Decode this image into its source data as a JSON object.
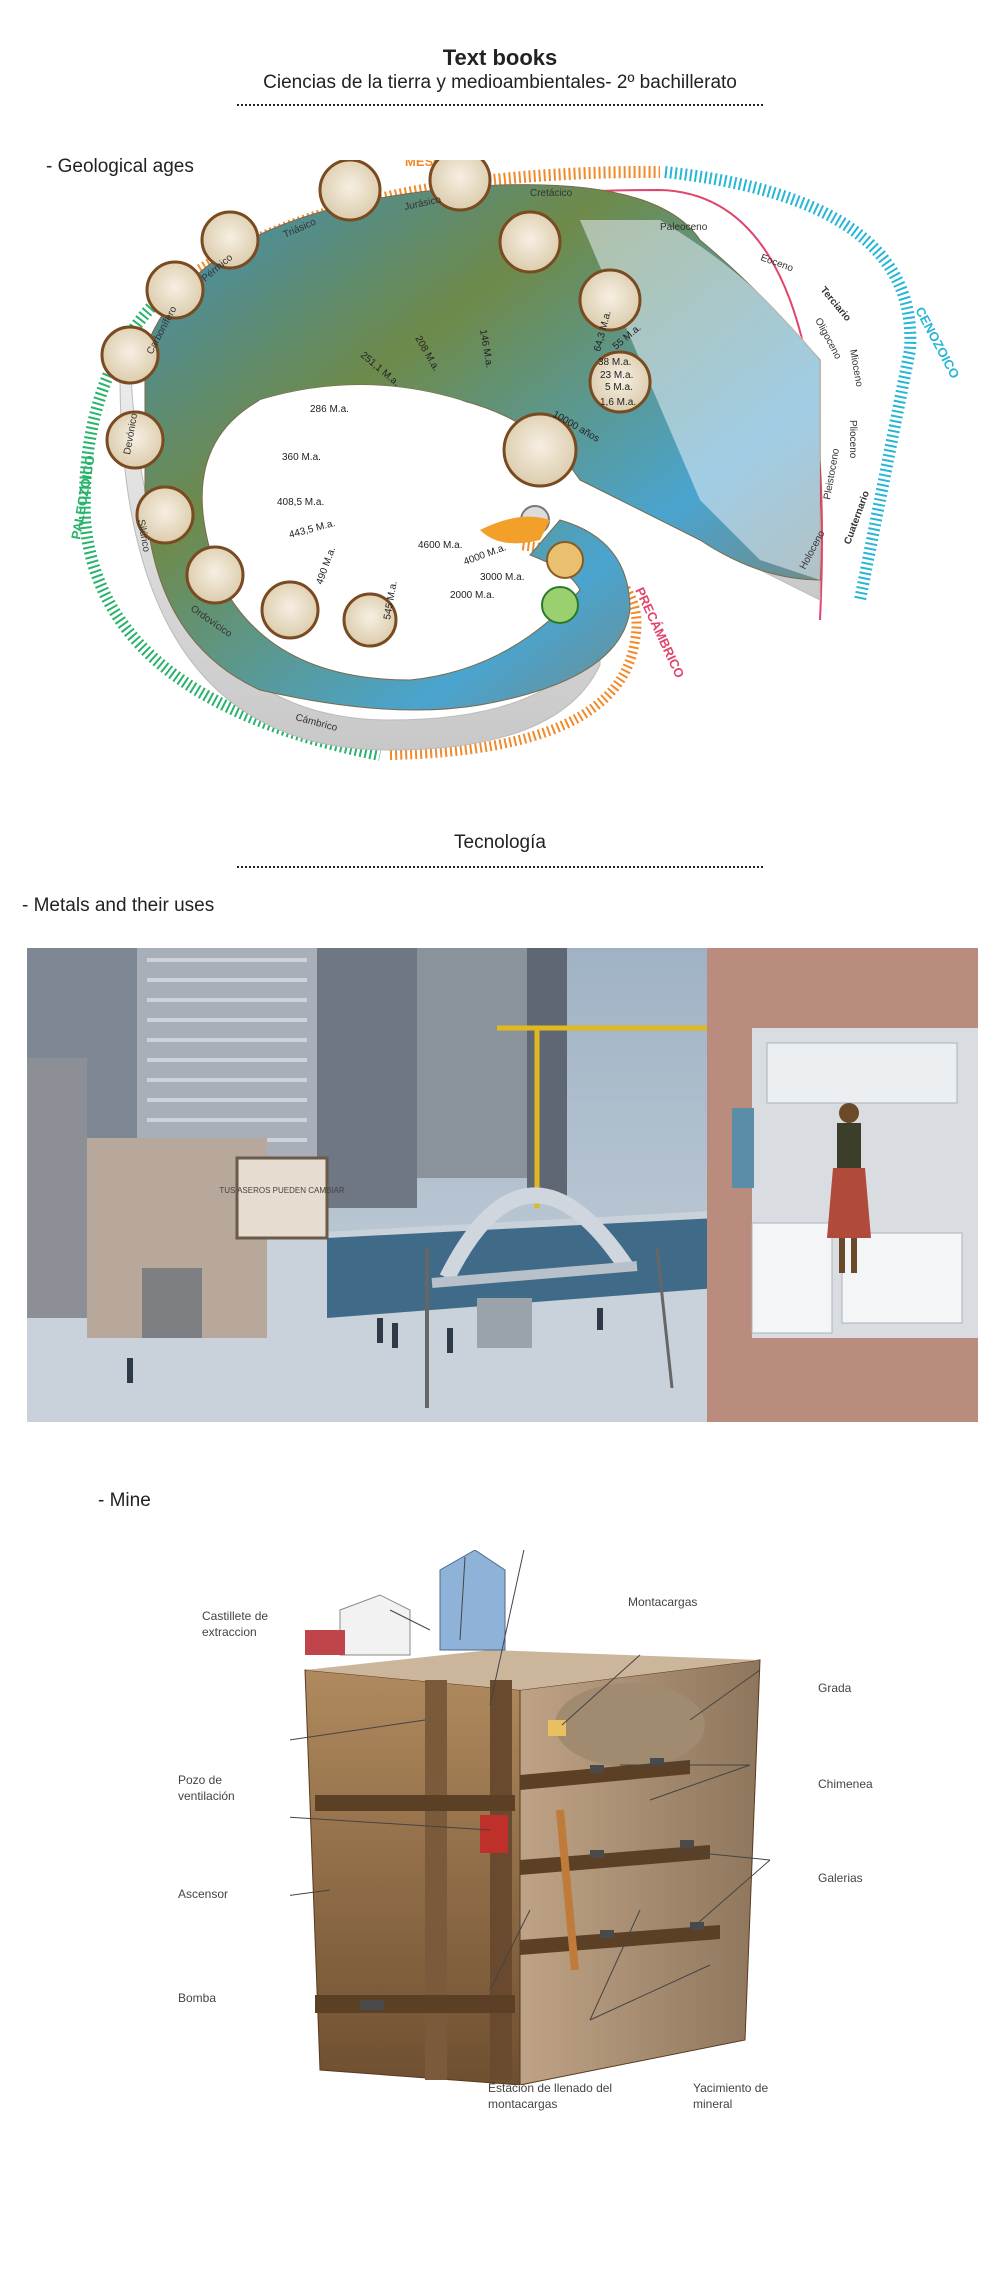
{
  "header": {
    "title": "Text books",
    "subtitle": "Ciencias de la tierra y medioambientales- 2º bachillerato"
  },
  "geo": {
    "section_label": "- Geological ages",
    "eras": {
      "mesozoico": "MESOZOICO",
      "cenozoico": "CENOZOICO",
      "paleozoico": "PALEOZOICO",
      "precambrico": "PRECÁMBRICO"
    },
    "periods": {
      "cretacico": "Cretácico",
      "jurasico": "Jurásico",
      "triasico": "Triásico",
      "permico": "Pérmico",
      "carbonifero": "Carbonífero",
      "devonico": "Devónico",
      "silurico": "Silúrico",
      "ordovicico": "Ordovícico",
      "cambrico": "Cámbrico",
      "paleoceno": "Paleoceno",
      "eoceno": "Eoceno",
      "oligoceno": "Oligoceno",
      "terciario": "Terciario",
      "mioceno": "Mioceno",
      "plioceno": "Plioceno",
      "pleistoceno": "Pleistoceno",
      "holoceno": "Holoceno",
      "cuaternario": "Cuaternario"
    },
    "ages": {
      "a146": "146 M.a.",
      "a208": "208 M.a.",
      "a251": "251,1 M.a.",
      "a286": "286 M.a.",
      "a360": "360 M.a.",
      "a408": "408,5 M.a.",
      "a443": "443,5 M.a.",
      "a490": "490 M.a.",
      "a545": "545 M.a.",
      "a643": "64,3 M.a.",
      "a55": "55 M.a.",
      "a38": "38 M.a.",
      "a23": "23 M.a.",
      "a5": "5 M.a.",
      "a16": "1,6 M.a.",
      "a10000": "10000 años",
      "a4600": "4600 M.a.",
      "a4000": "4000 M.a.",
      "a3000": "3000 M.a.",
      "a2000": "2000 M.a."
    }
  },
  "tech": {
    "heading": "Tecnología",
    "metals_label": "- Metals and their uses",
    "billboard": "TUS ASEROS PUEDEN CAMBIAR"
  },
  "mine": {
    "label": "- Mine",
    "labels": {
      "castillete": "Castillete de extraccion",
      "montacargas": "Montacargas",
      "grada": "Grada",
      "pozo": "Pozo de ventilación",
      "chimenea": "Chimenea",
      "ascensor": "Ascensor",
      "galerias": "Galerias",
      "bomba": "Bomba",
      "estacion": "Estación de llenado del montacargas",
      "yacimiento": "Yacimiento de mineral"
    }
  },
  "colors": {
    "mesozoico": "#f08a2a",
    "cenozoico": "#27b6d6",
    "paleozoico": "#27b36b",
    "precambrico": "#e0456b",
    "water": "#4aa4cf",
    "earth": "#9a7448"
  }
}
